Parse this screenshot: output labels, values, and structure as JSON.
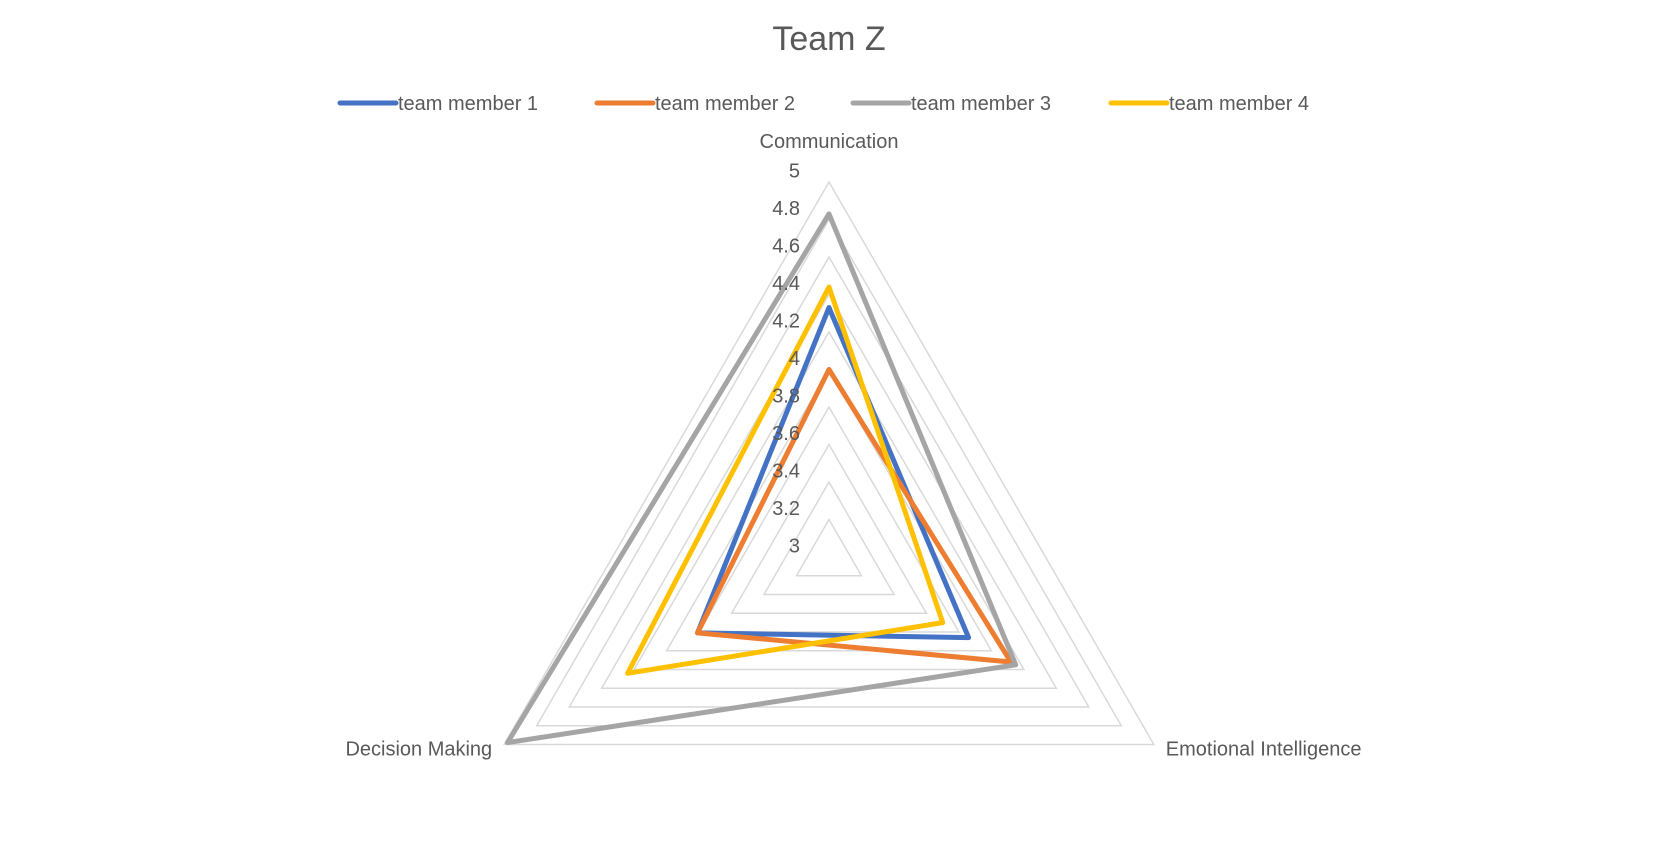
{
  "chart_data": {
    "type": "radar",
    "title": "Team Z",
    "categories": [
      "Communication",
      "Emotional Intelligence",
      "Decision Making"
    ],
    "rlim": [
      3,
      5
    ],
    "ticks": [
      "3",
      "3.2",
      "3.4",
      "3.6",
      "3.8",
      "4",
      "4.2",
      "4.4",
      "4.6",
      "4.8",
      "5"
    ],
    "grid": true,
    "legend": "top",
    "series": [
      {
        "name": "team member 1",
        "color": "#4472C4",
        "values": [
          4.33,
          3.86,
          3.81
        ]
      },
      {
        "name": "team member 2",
        "color": "#ED7D31",
        "values": [
          4.0,
          4.12,
          3.81
        ]
      },
      {
        "name": "team member 3",
        "color": "#A5A5A5",
        "values": [
          4.83,
          4.15,
          4.98
        ]
      },
      {
        "name": "team member 4",
        "color": "#FFC000",
        "values": [
          4.44,
          3.7,
          4.24
        ]
      }
    ]
  }
}
